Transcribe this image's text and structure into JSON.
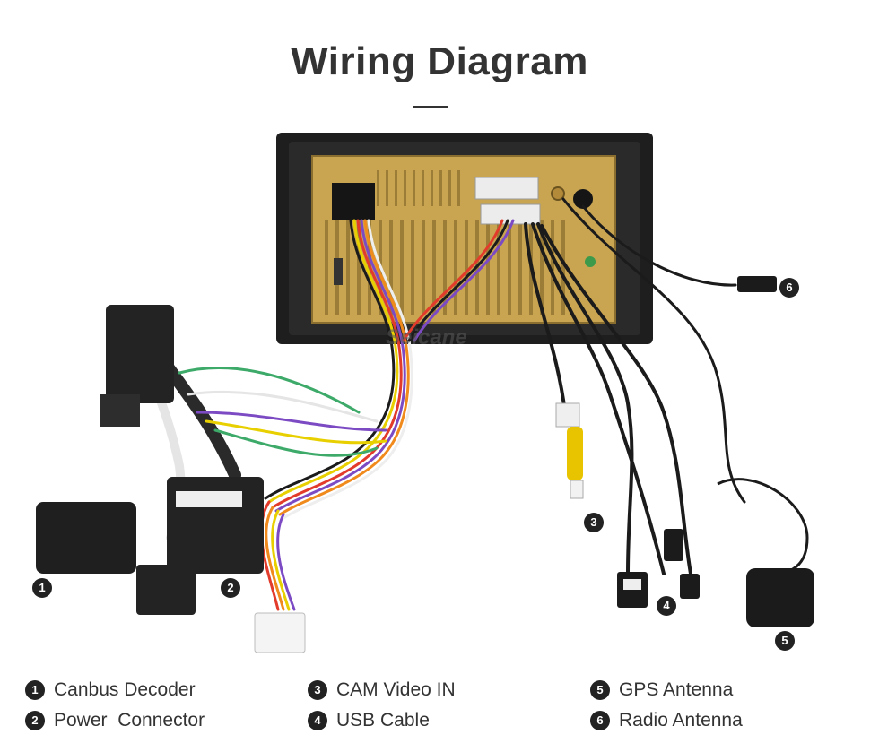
{
  "title": "Wiring Diagram",
  "watermark": "Seicane",
  "callouts": [
    "1",
    "2",
    "3",
    "4",
    "5",
    "6"
  ],
  "legend": [
    {
      "num": "1",
      "label": "Canbus Decoder"
    },
    {
      "num": "2",
      "label": "Power  Connector"
    },
    {
      "num": "3",
      "label": "CAM Video IN"
    },
    {
      "num": "4",
      "label": "USB Cable"
    },
    {
      "num": "5",
      "label": "GPS Antenna"
    },
    {
      "num": "6",
      "label": "Radio Antenna"
    }
  ],
  "colors": {
    "panel": "#c9a552",
    "frame": "#1e1e1e",
    "connector": "#232323",
    "rca": "#e8c400",
    "text": "#333333"
  }
}
